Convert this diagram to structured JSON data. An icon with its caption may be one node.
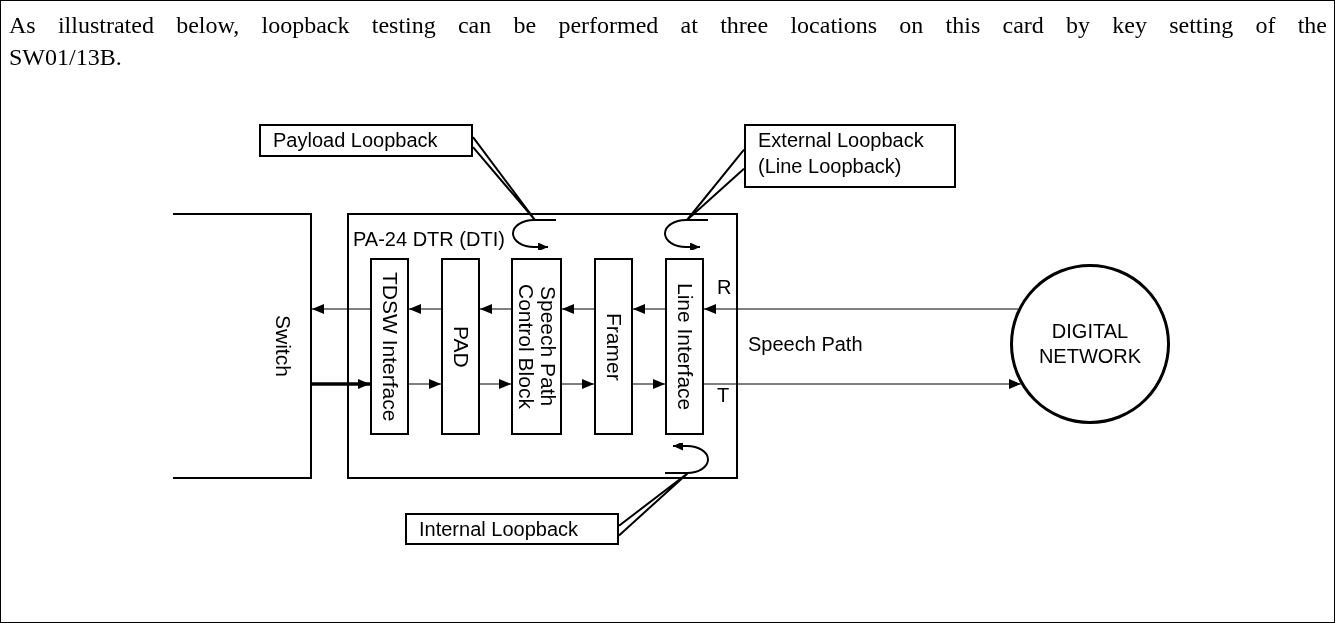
{
  "diagram": {
    "caption": "As illustrated below, loopback testing can be performed at three locations on this card by key setting of the SW01/13B.",
    "nodes": [
      {
        "text": [
          "Switch"
        ]
      },
      {
        "text": [
          "PA-24 DTR (DTI)"
        ]
      },
      {
        "text": [
          "TDSW Interface"
        ],
        "in": 1
      },
      {
        "text": [
          "PAD"
        ],
        "in": 1
      },
      {
        "text": [
          "Speech Path Control Block"
        ],
        "in": 1
      },
      {
        "text": [
          "Framer"
        ],
        "in": 1
      },
      {
        "text": [
          "Line Interface"
        ],
        "in": 1
      },
      {
        "text": [
          "DIGITAL NETWORK"
        ]
      },
      {
        "text": [
          "Payload Loopback"
        ]
      },
      {
        "text": [
          "External Loopback (Line Loopback)"
        ]
      },
      {
        "text": [
          "Internal Loopback"
        ]
      },
      {
        "text": [],
        "shape": "loop",
        "in": 1
      },
      {
        "text": [],
        "shape": "loop",
        "in": 1
      },
      {
        "text": [],
        "shape": "loop",
        "in": 1
      }
    ],
    "edges": [
      {
        "from": 7,
        "to": 6,
        "arrow": "to"
      },
      {
        "from": 6,
        "to": 5,
        "arrow": "to"
      },
      {
        "from": 5,
        "to": 4,
        "arrow": "to"
      },
      {
        "from": 4,
        "to": 3,
        "arrow": "to"
      },
      {
        "from": 3,
        "to": 2,
        "arrow": "to"
      },
      {
        "from": 2,
        "to": 0,
        "arrow": "to"
      },
      {
        "from": 0,
        "to": 2,
        "arrow": "to",
        "style": "thick"
      },
      {
        "from": 2,
        "to": 3,
        "arrow": "to"
      },
      {
        "from": 3,
        "to": 4,
        "arrow": "to"
      },
      {
        "from": 4,
        "to": 5,
        "arrow": "to"
      },
      {
        "from": 5,
        "to": 6,
        "arrow": "to"
      },
      {
        "from": 6,
        "to": 7,
        "arrow": "to"
      },
      {
        "from": 8,
        "to": 11,
        "arrow": "none"
      },
      {
        "from": 9,
        "to": 12,
        "arrow": "none"
      },
      {
        "from": 10,
        "to": 13,
        "arrow": "none"
      }
    ],
    "labels": [
      "R",
      "T",
      "Speech Path"
    ]
  }
}
